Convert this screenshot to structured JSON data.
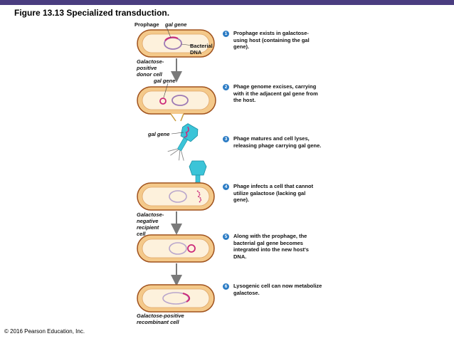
{
  "colors": {
    "accent_bar": "#4a3d80",
    "cell_fill": "#f4c98a",
    "cell_border": "#a0521d",
    "cell_inner": "#fdf1dc",
    "prophage": "#9d7ab5",
    "gal_gene": "#cc2a7a",
    "phage": "#3bc4d8",
    "step_badge": "#2a7bc4",
    "arrow": "#7a7a7a"
  },
  "title": "Figure 13.13  Specialized transduction.",
  "labels": {
    "prophage": "Prophage",
    "gal_gene_top": "gal gene",
    "bacterial_dna": "Bacterial DNA",
    "donor_cell": "Galactose-positive donor cell",
    "gal_gene_2": "gal gene",
    "gal_gene_3": "gal gene",
    "recipient_cell": "Galactose-negative recipient cell",
    "recombinant_cell": "Galactose-positive recombinant cell"
  },
  "steps": [
    {
      "num": "1",
      "text": "Prophage exists in galactose-using host (containing the gal gene)."
    },
    {
      "num": "2",
      "text": "Phage genome excises, carrying with it the adjacent gal gene from the host."
    },
    {
      "num": "3",
      "text": "Phage matures and cell lyses, releasing phage carrying gal gene."
    },
    {
      "num": "4",
      "text": "Phage infects a cell that cannot utilize galactose (lacking gal gene)."
    },
    {
      "num": "5",
      "text": "Along with the prophage, the bacterial gal gene becomes integrated into the new host's DNA."
    },
    {
      "num": "6",
      "text": "Lysogenic cell can now metabolize galactose."
    }
  ],
  "copyright": "© 2016 Pearson Education, Inc."
}
